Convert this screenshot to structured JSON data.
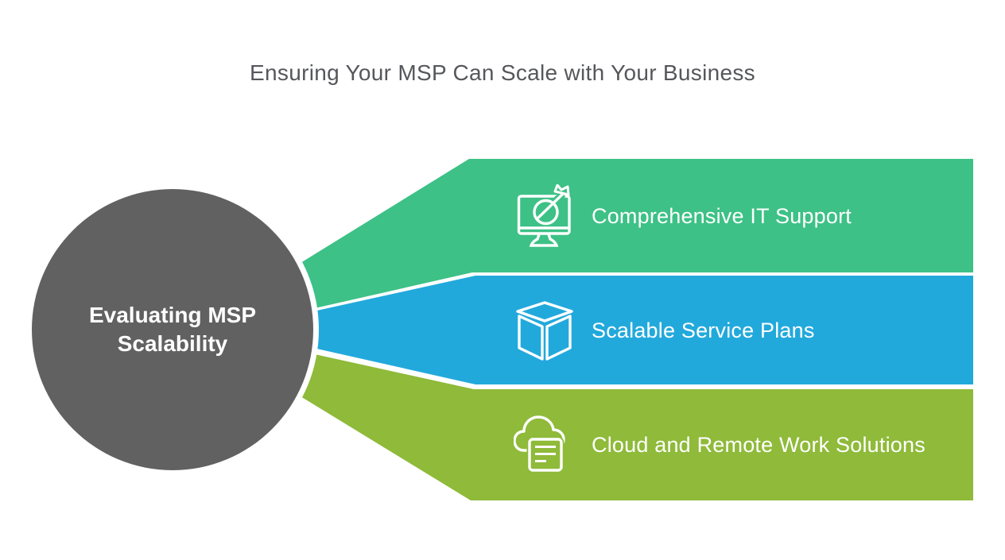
{
  "title": "Ensuring Your MSP Can Scale with Your Business",
  "center": {
    "label": "Evaluating MSP Scalability"
  },
  "items": [
    {
      "label": "Comprehensive IT Support",
      "icon": "target-monitor-icon"
    },
    {
      "label": "Scalable Service Plans",
      "icon": "cube-icon"
    },
    {
      "label": "Cloud and Remote Work Solutions",
      "icon": "cloud-document-icon"
    }
  ],
  "colors": {
    "band-1": "#3dc186",
    "band-2": "#22a9dc",
    "band-3": "#8fba3a",
    "circle-fill": "#616161",
    "circle-ring": "#ffffff",
    "title-text": "#56575b",
    "label-text": "#ffffff",
    "icon-stroke": "#ffffff",
    "background": "#ffffff"
  }
}
